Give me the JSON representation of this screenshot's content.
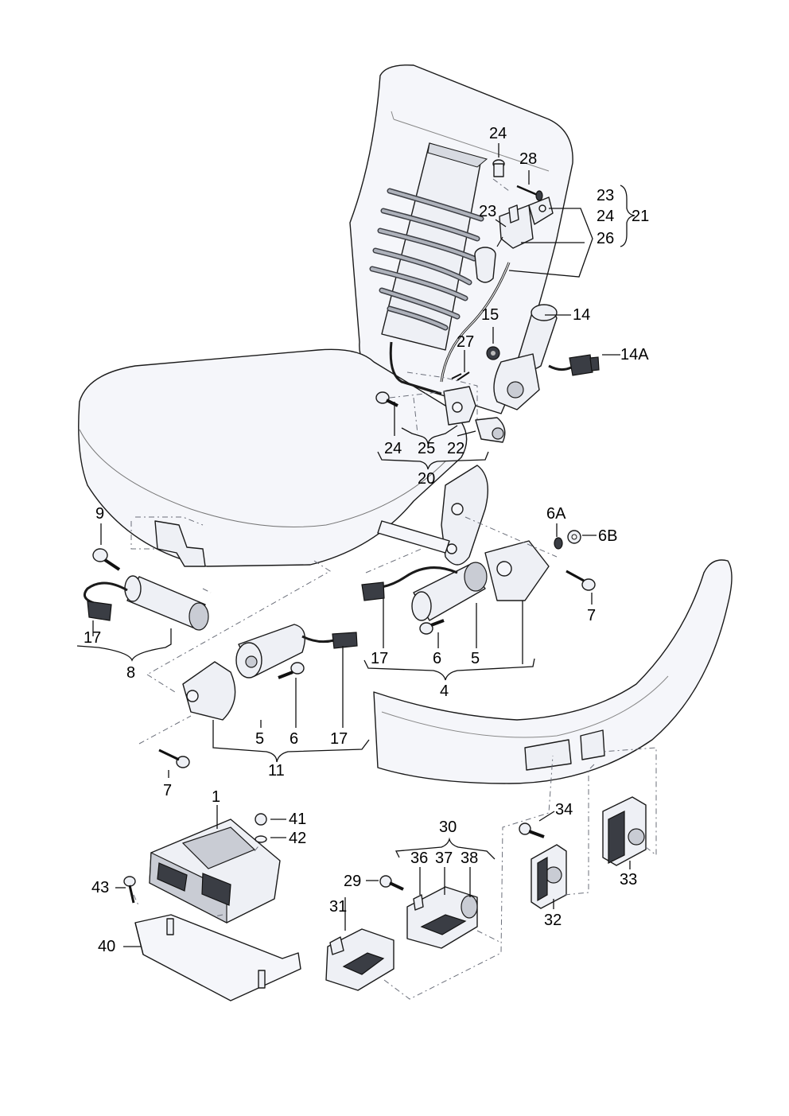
{
  "diagram": {
    "labels": {
      "l1": "1",
      "l4": "4",
      "l5a": "5",
      "l5b": "5",
      "l6a": "6",
      "l6b": "6",
      "l6A": "6A",
      "l6B": "6B",
      "l7a": "7",
      "l7b": "7",
      "l8": "8",
      "l9": "9",
      "l11": "11",
      "l14": "14",
      "l14A": "14A",
      "l15": "15",
      "l17a": "17",
      "l17b": "17",
      "l17c": "17",
      "l20": "20",
      "l21": "21",
      "l22": "22",
      "l23a": "23",
      "l23b": "23",
      "l24a": "24",
      "l24b": "24",
      "l24c": "24",
      "l25": "25",
      "l26": "26",
      "l27": "27",
      "l28": "28",
      "l29": "29",
      "l30": "30",
      "l31": "31",
      "l32": "32",
      "l33": "33",
      "l34": "34",
      "l36": "36",
      "l37": "37",
      "l38": "38",
      "l40": "40",
      "l41": "41",
      "l42": "42",
      "l43": "43"
    }
  }
}
